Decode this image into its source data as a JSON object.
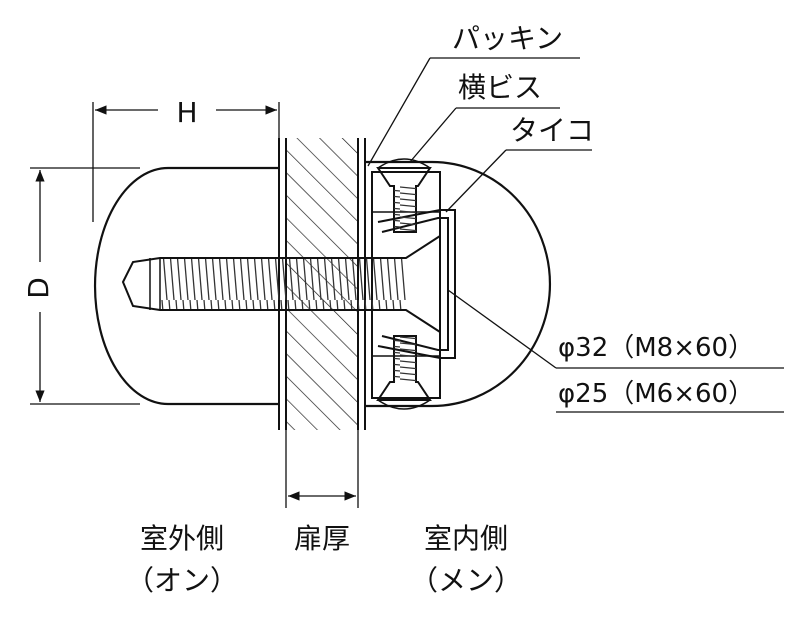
{
  "labels": {
    "packing": "パッキン",
    "side_screw": "横ビス",
    "taiko": "タイコ",
    "spec_large": "φ32（M8×60）",
    "spec_small": "φ25（M6×60）",
    "dim_h": "H",
    "dim_d": "D",
    "outdoor_side": "室外側",
    "outdoor_type": "（オン）",
    "door_thickness": "扉厚",
    "indoor_side": "室内側",
    "indoor_type": "（メン）"
  },
  "colors": {
    "line": "#111111",
    "background": "#ffffff"
  }
}
